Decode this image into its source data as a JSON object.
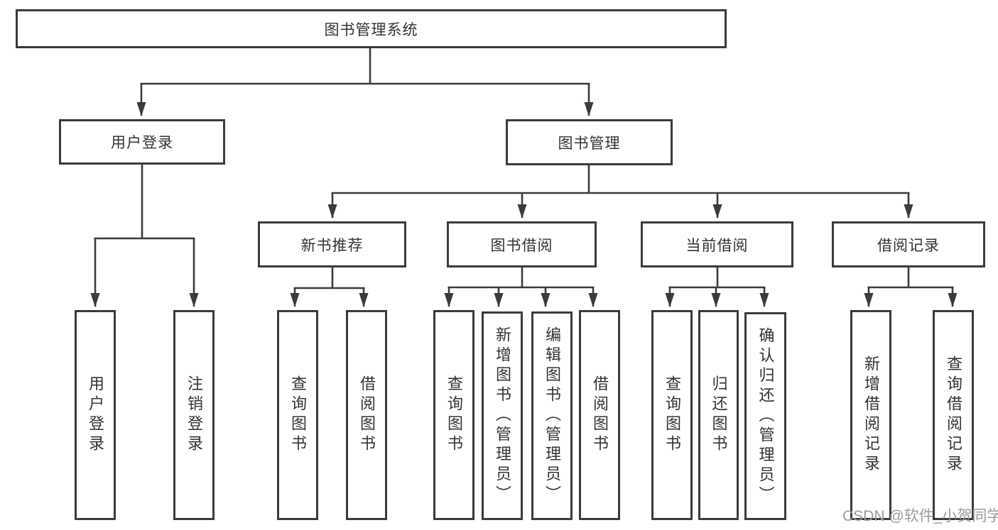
{
  "diagram": {
    "root": {
      "label": "图书管理系统"
    },
    "branches": [
      {
        "label": "用户登录",
        "children": [
          {
            "label": "用户登录"
          },
          {
            "label": "注销登录"
          }
        ]
      },
      {
        "label": "图书管理",
        "children": [
          {
            "label": "新书推荐",
            "children": [
              {
                "label": "查询图书"
              },
              {
                "label": "借阅图书"
              }
            ]
          },
          {
            "label": "图书借阅",
            "children": [
              {
                "label": "查询图书"
              },
              {
                "label": "新增图书（管理员）"
              },
              {
                "label": "编辑图书（管理员）"
              },
              {
                "label": "借阅图书"
              }
            ]
          },
          {
            "label": "当前借阅",
            "children": [
              {
                "label": "查询图书"
              },
              {
                "label": "归还图书"
              },
              {
                "label": "确认归还（管理员）"
              }
            ]
          },
          {
            "label": "借阅记录",
            "children": [
              {
                "label": "新增借阅记录"
              },
              {
                "label": "查询借阅记录"
              }
            ]
          }
        ]
      }
    ]
  },
  "watermark": {
    "text": "CSDN @软件_小贺同学"
  },
  "colors": {
    "line": "#3b3b3b",
    "text": "#333333",
    "background": "#ffffff",
    "watermark": "#9c9c9c"
  }
}
